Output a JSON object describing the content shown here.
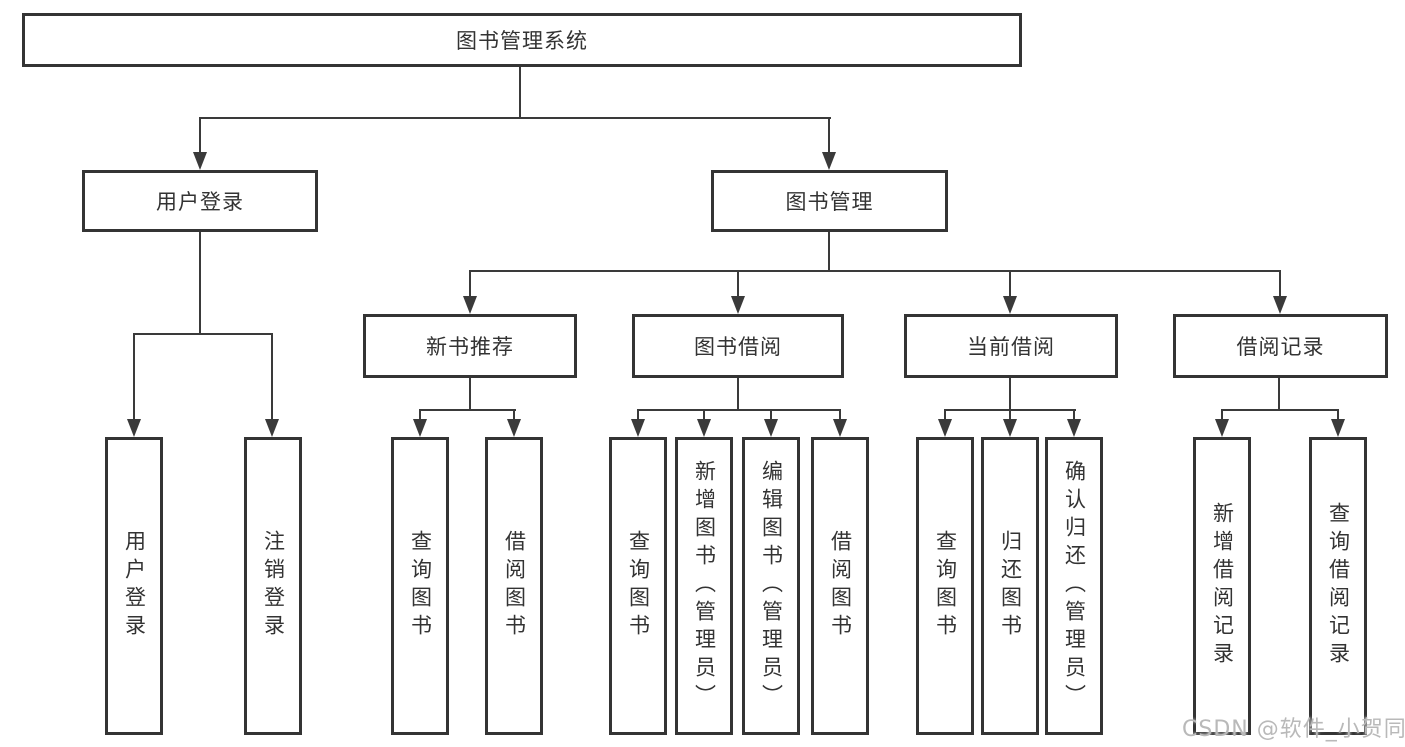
{
  "diagram": {
    "title": "图书管理系统",
    "children": [
      {
        "label": "用户登录",
        "children": [
          {
            "label": "用户登录"
          },
          {
            "label": "注销登录"
          }
        ]
      },
      {
        "label": "图书管理",
        "children": [
          {
            "label": "新书推荐",
            "children": [
              {
                "label": "查询图书"
              },
              {
                "label": "借阅图书"
              }
            ]
          },
          {
            "label": "图书借阅",
            "children": [
              {
                "label": "查询图书"
              },
              {
                "label": "新增图书（管理员）"
              },
              {
                "label": "编辑图书（管理员）"
              },
              {
                "label": "借阅图书"
              }
            ]
          },
          {
            "label": "当前借阅",
            "children": [
              {
                "label": "查询图书"
              },
              {
                "label": "归还图书"
              },
              {
                "label": "确认归还（管理员）"
              }
            ]
          },
          {
            "label": "借阅记录",
            "children": [
              {
                "label": "新增借阅记录"
              },
              {
                "label": "查询借阅记录"
              }
            ]
          }
        ]
      }
    ]
  },
  "watermark": {
    "text": "CSDN @软件_小贺同学"
  },
  "colors": {
    "background": "#ffffff",
    "box_border": "#343434",
    "connector_line": "#3a3a3a",
    "text": "#333333",
    "watermark": "#b9b9b9"
  }
}
